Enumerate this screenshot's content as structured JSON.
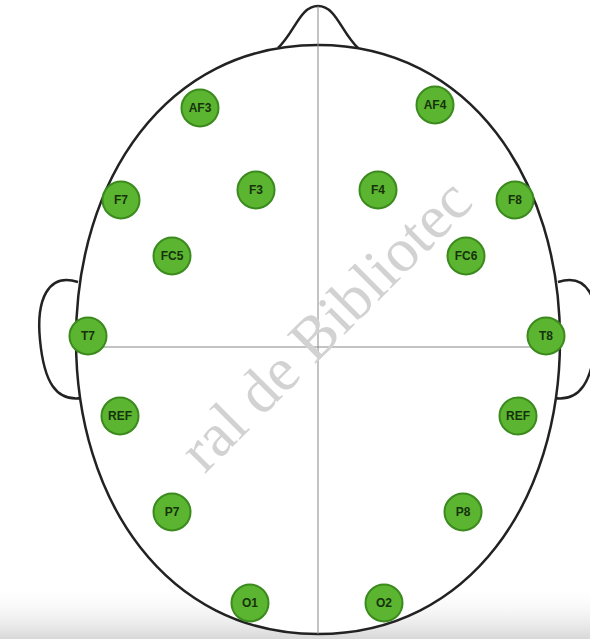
{
  "diagram": {
    "nodes": [
      {
        "text": [
          "AF3"
        ]
      },
      {
        "text": [
          "AF4"
        ]
      },
      {
        "text": [
          "F7"
        ]
      },
      {
        "text": [
          "F3"
        ]
      },
      {
        "text": [
          "F4"
        ]
      },
      {
        "text": [
          "F8"
        ]
      },
      {
        "text": [
          "FC5"
        ]
      },
      {
        "text": [
          "FC6"
        ]
      },
      {
        "text": [
          "T7"
        ]
      },
      {
        "text": [
          "T8"
        ]
      },
      {
        "text": [
          "REF"
        ]
      },
      {
        "text": [
          "REF"
        ]
      },
      {
        "text": [
          "P7"
        ]
      },
      {
        "text": [
          "P8"
        ]
      },
      {
        "text": [
          "O1"
        ]
      },
      {
        "text": [
          "O2"
        ]
      }
    ],
    "labels": [
      "ral de Bibliotec"
    ]
  }
}
